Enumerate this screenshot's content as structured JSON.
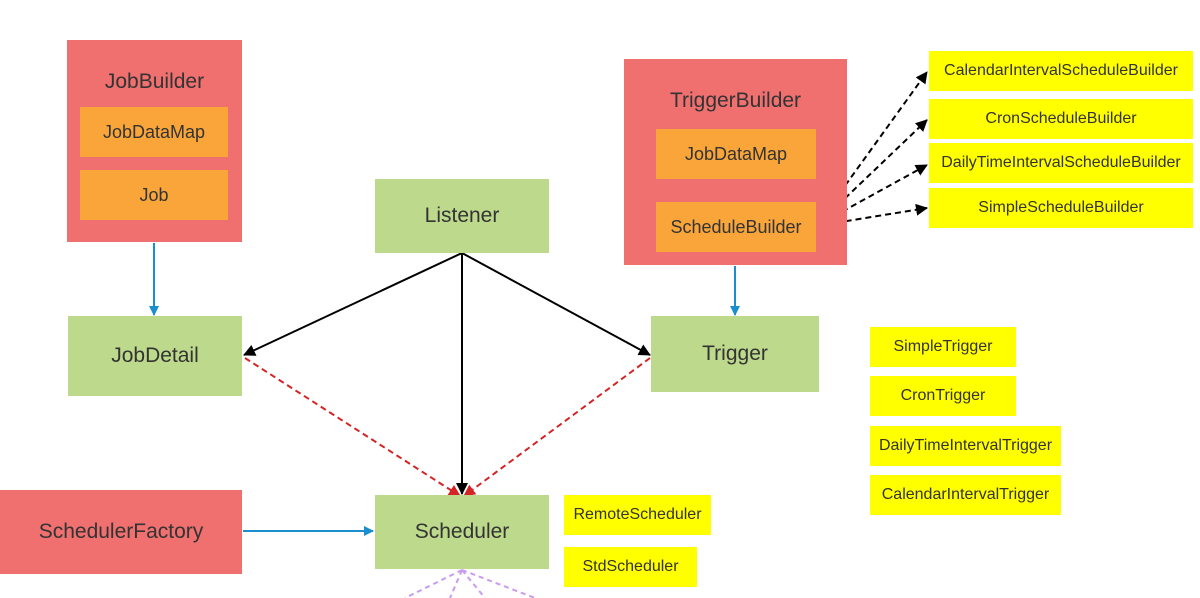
{
  "diagram": {
    "job_builder": {
      "title": "JobBuilder",
      "items": [
        "JobDataMap",
        "Job"
      ]
    },
    "trigger_builder": {
      "title": "TriggerBuilder",
      "items": [
        "JobDataMap",
        "ScheduleBuilder"
      ]
    },
    "schedule_builders": [
      "CalendarIntervalScheduleBuilder",
      "CronScheduleBuilder",
      "DailyTimeIntervalScheduleBuilder",
      "SimpleScheduleBuilder"
    ],
    "listener": "Listener",
    "job_detail": "JobDetail",
    "trigger": "Trigger",
    "triggers": [
      "SimpleTrigger",
      "CronTrigger",
      "DailyTimeIntervalTrigger",
      "CalendarIntervalTrigger"
    ],
    "scheduler_factory": "SchedulerFactory",
    "scheduler": "Scheduler",
    "schedulers": [
      "RemoteScheduler",
      "StdScheduler"
    ],
    "colors": {
      "builder": "#f07070",
      "component": "#bdd98c",
      "inner": "#f9a53a",
      "implementation": "#ffff00",
      "blue_arrow": "#1b8ecf",
      "red_dashed": "#d42424",
      "black_arrow": "#000000",
      "purple_dashed": "#c89cf0"
    }
  }
}
